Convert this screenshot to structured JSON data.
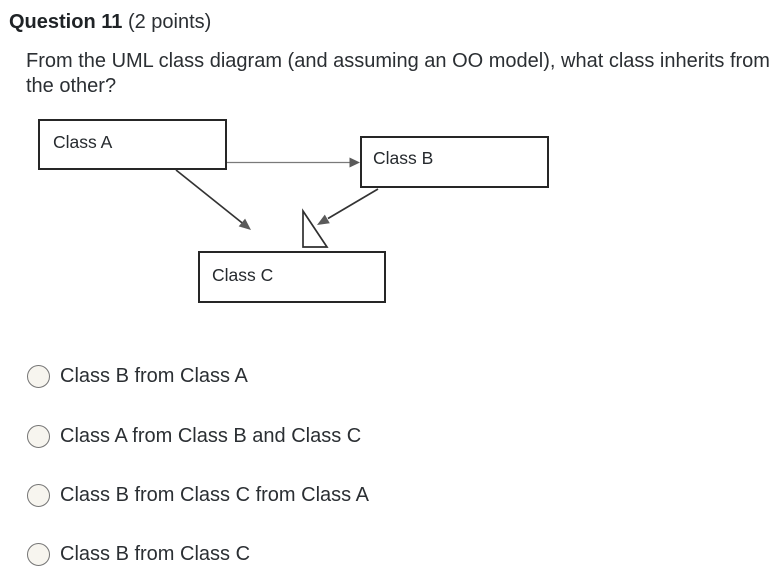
{
  "header": {
    "title": "Question 11",
    "points": "(2 points)"
  },
  "question": {
    "lines": [
      "From the UML class diagram (and assuming an OO model), what class inherits from",
      "the other?"
    ]
  },
  "diagram": {
    "type": "uml-class-diagram",
    "boxes": [
      {
        "label": "Class A"
      },
      {
        "label": "Class B"
      },
      {
        "label": "Class C"
      }
    ],
    "relations": [
      {
        "from": "Class A",
        "to": "Class B",
        "style": "solid arrowhead, horizontal"
      },
      {
        "from": "Class A",
        "to": "Class C",
        "style": "solid arrowhead, diagonal"
      },
      {
        "from": "Class B",
        "to": "Class C",
        "style": "solid arrowhead, diagonal"
      },
      {
        "symbol": "hollow generalization triangle above Class C"
      }
    ]
  },
  "options": [
    {
      "label": "Class B from Class A",
      "selected": false
    },
    {
      "label": "Class A from Class B and Class C",
      "selected": false
    },
    {
      "label": "Class B from Class C from Class A",
      "selected": false
    },
    {
      "label": "Class B from Class C",
      "selected": false
    }
  ],
  "colors": {
    "background": "#ffffff",
    "text": "#2b2f33",
    "box_border": "#262626",
    "arrow_line": "#3f3f3f",
    "arrow_head": "#5a5a5a",
    "radio_border": "#757575",
    "radio_fill": "#f7f5ef"
  }
}
